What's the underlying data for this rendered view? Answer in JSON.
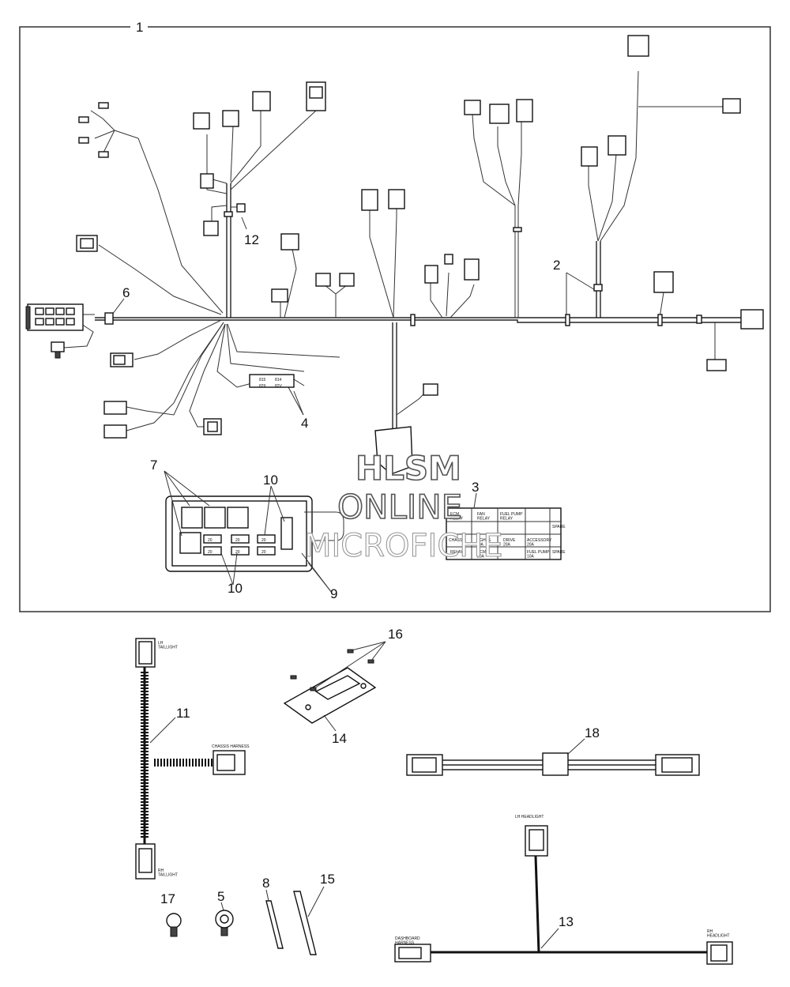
{
  "callouts": {
    "c1": "1",
    "c2": "2",
    "c3": "3",
    "c4": "4",
    "c5": "5",
    "c6": "6",
    "c7": "7",
    "c8": "8",
    "c9": "9",
    "c10a": "10",
    "c10b": "10",
    "c11": "11",
    "c12": "12",
    "c13": "13",
    "c14": "14",
    "c15": "15",
    "c16": "16",
    "c17": "17",
    "c18": "18"
  },
  "labels": {
    "lh_taillight": "LH\nTAILLIGHT",
    "rh_taillight": "RH\nTAILLIGHT",
    "chassis_harness": "CHASSIS HARNESS",
    "lh_headlight": "LH HEADLIGHT",
    "rh_headlight": "RH\nHEADLIGHT",
    "dashboard_harness": "DASHBOARD\nHARNESS"
  },
  "fuse_label": {
    "col1_head": "ECM\nRELAY",
    "col2_head": "FAN\nRELAY",
    "col3_head": "FUEL PUMP\nRELAY",
    "r1c1": "CHASSIS",
    "r1c2": "LIGHTS\n20A",
    "r1c3": "DRIVE\n20A",
    "r1c4": "ACCESSORY\n20A",
    "r2c1": "RELAY",
    "r2c2": "ECM\n20A",
    "r2c3": "",
    "r2c4": "FUEL PUMP\n10A",
    "side1": "SPARE",
    "side2": "SPARE"
  },
  "fuse_tags": {
    "f15": "815",
    "f14": "814",
    "f29": "829",
    "f2v": "82V"
  },
  "fuse_box_values": [
    "20",
    "20",
    "20",
    "20",
    "20",
    "20"
  ],
  "watermark": {
    "line1": "HLSM",
    "line2": "ONLINE",
    "line3": "MICROFICHE"
  }
}
